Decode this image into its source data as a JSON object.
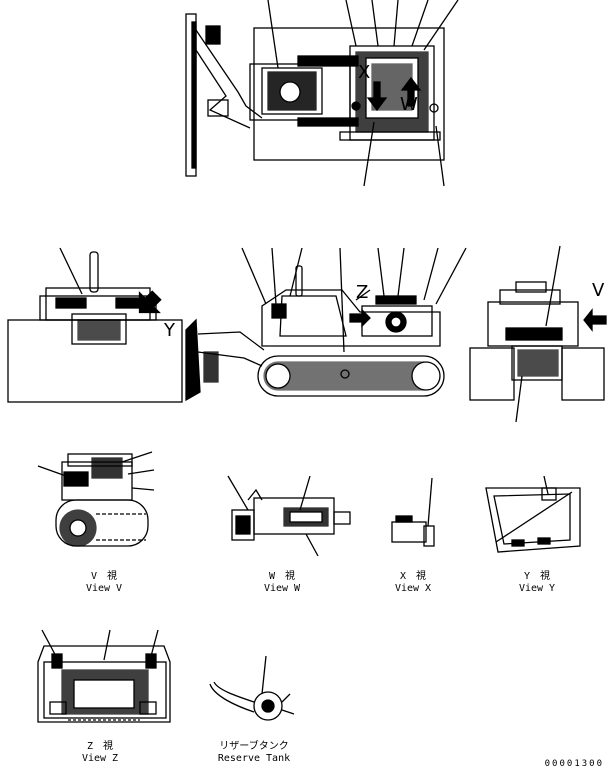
{
  "views": {
    "v": {
      "jp": "V　視",
      "en": "View V"
    },
    "w": {
      "jp": "W　視",
      "en": "View W"
    },
    "x": {
      "jp": "X　視",
      "en": "View X"
    },
    "y": {
      "jp": "Y　視",
      "en": "View Y"
    },
    "z": {
      "jp": "Z　視",
      "en": "View Z"
    },
    "reserve": {
      "jp": "リザーブタンク",
      "en": "Reserve Tank"
    }
  },
  "markers": {
    "x": "X",
    "w": "W",
    "y": "Y",
    "z": "Z",
    "v": "V"
  },
  "drawing_number": "00001300"
}
